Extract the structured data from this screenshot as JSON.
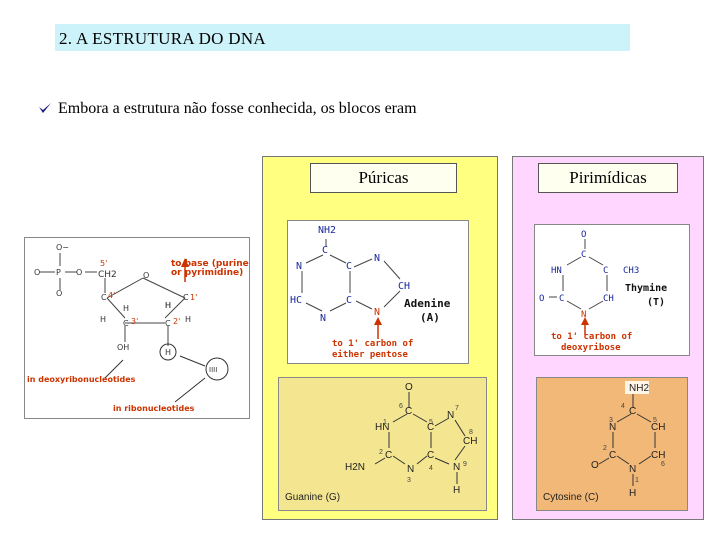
{
  "title": "2.  A ESTRUTURA  DO  DNA",
  "bullet_text": "Embora a estrutura não fosse conhecida, os blocos eram",
  "purine_label": "Púricas",
  "pyrimidine_label": "Pirimídicas",
  "nucleotide_fig": {
    "to_base": "to base (purine",
    "to_base2": "or pyrimidine)",
    "deoxy": "in deoxyribonucleotides",
    "ribo": "in ribonucleotides",
    "ch2": "CH2",
    "oh": "OH",
    "h": "H",
    "o": "O",
    "p": "P",
    "c": "C",
    "o_minus": "O−",
    "c5": "5'",
    "c4": "4'",
    "c3": "3'",
    "c2": "2'",
    "c1": "1'",
    "wavy": "IIII"
  },
  "adenine_fig": {
    "nh2": "NH2",
    "c": "C",
    "n": "N",
    "hc": "HC",
    "ch": "CH",
    "name": "Adenine",
    "abbr": "(A)",
    "carbon1": "to 1' carbon of",
    "carbon2": "either pentose"
  },
  "thymine_fig": {
    "o": "O",
    "c": "C",
    "hn": "HN",
    "ch3": "CH3",
    "ch": "CH",
    "n": "N",
    "name": "Thymine",
    "abbr": "(T)",
    "carbon1": "to 1' carbon of",
    "carbon2": "deoxyribose"
  },
  "guanine_fig": {
    "o": "O",
    "hn": "HN",
    "c": "C",
    "n": "N",
    "ch": "CH",
    "h2n": "H2N",
    "h": "H",
    "n1": "1",
    "n2": "2",
    "n3": "3",
    "n4": "4",
    "n5": "5",
    "n6": "6",
    "n7": "7",
    "n8": "8",
    "n9": "9",
    "caption": "Guanine (G)"
  },
  "cytosine_fig": {
    "nh2": "NH2",
    "c": "C",
    "n": "N",
    "ch": "CH",
    "o": "O",
    "h": "H",
    "n1": "1",
    "n2": "2",
    "n3": "3",
    "n4": "4",
    "n5": "5",
    "n6": "6",
    "caption": "Cytosine (C)"
  }
}
